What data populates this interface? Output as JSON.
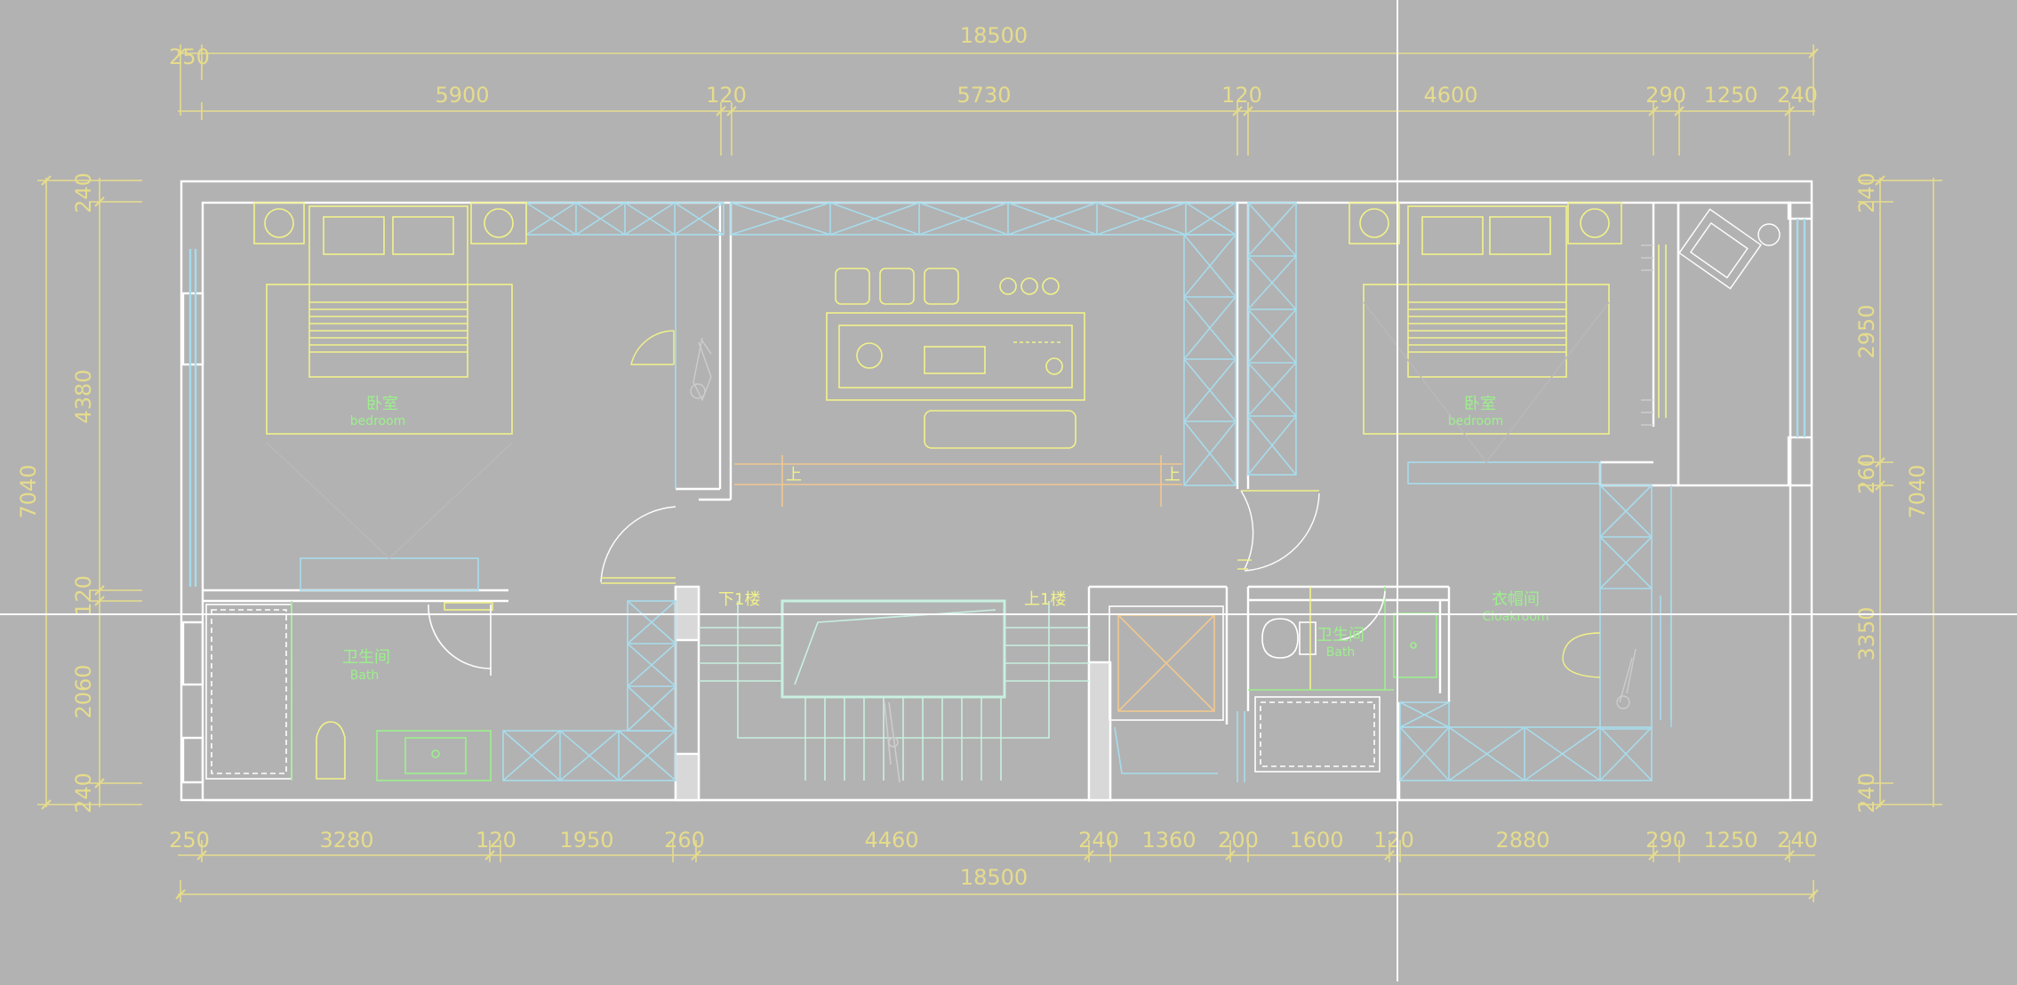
{
  "colors": {
    "background": "#b2b2b2",
    "wall": "#ffffff",
    "dimension": "#e6dc8c",
    "furniture": "#f2f28a",
    "cabinet": "#a8dcec",
    "fixture": "#9cf08c",
    "stair": "#c8f0e0",
    "railing": "#f0c890",
    "crosshair": "#ffffff"
  },
  "dimensions": {
    "top_total": "18500",
    "top_row": [
      "250",
      "5900",
      "120",
      "5730",
      "120",
      "4600",
      "290",
      "1250",
      "240"
    ],
    "bottom_row": [
      "250",
      "3280",
      "120",
      "1950",
      "260",
      "4460",
      "240",
      "1360",
      "200",
      "1600",
      "120",
      "2880",
      "290",
      "1250",
      "240"
    ],
    "bottom_total": "18500",
    "left_inner": [
      "240",
      "4380",
      "120",
      "2060",
      "240"
    ],
    "left_total": "7040",
    "right_inner": [
      "240",
      "2950",
      "260",
      "3350",
      "240"
    ],
    "right_total": "7040"
  },
  "rooms": {
    "bedroom_left": {
      "name": "卧室",
      "name_en": "bedroom"
    },
    "bath_left": {
      "name": "卫生间",
      "name_en": "Bath"
    },
    "bedroom_right": {
      "name": "卧室",
      "name_en": "bedroom"
    },
    "bath_right": {
      "name": "卫生间",
      "name_en": "Bath"
    },
    "cloakroom": {
      "name": "衣帽间",
      "name_en": "Cloakroom"
    }
  },
  "stairs": {
    "down": "下1楼",
    "up": "上1楼"
  },
  "balcony_marks": [
    "上",
    "上"
  ]
}
